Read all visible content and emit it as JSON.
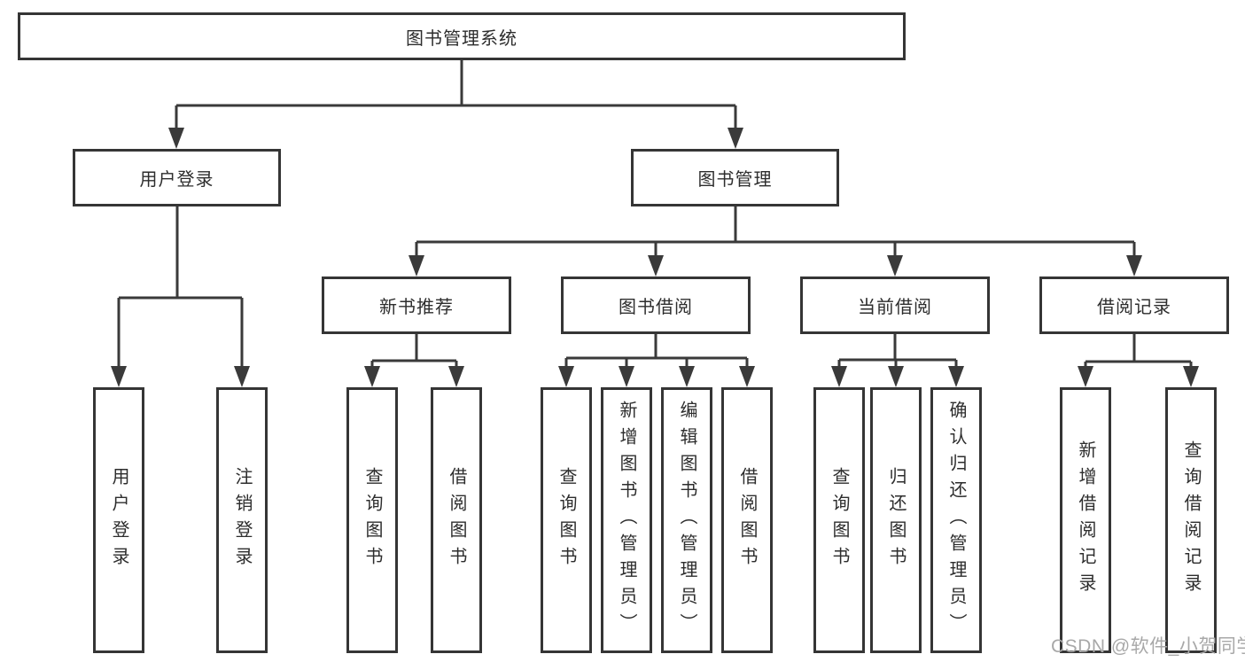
{
  "colors": {
    "line": "#3a3a3a",
    "box_border": "#353535",
    "text": "#2d2d2d",
    "watermark": "#a8a8a8",
    "background": "#ffffff"
  },
  "watermark": "CSDN @软件_小贺同学",
  "tree": {
    "label": "图书管理系统",
    "children": [
      {
        "label": "用户登录",
        "children": [
          {
            "label": "用户登录"
          },
          {
            "label": "注销登录"
          }
        ]
      },
      {
        "label": "图书管理",
        "children": [
          {
            "label": "新书推荐",
            "children": [
              {
                "label": "查询图书"
              },
              {
                "label": "借阅图书"
              }
            ]
          },
          {
            "label": "图书借阅",
            "children": [
              {
                "label": "查询图书"
              },
              {
                "label": "新增图书（管理员）"
              },
              {
                "label": "编辑图书（管理员）"
              },
              {
                "label": "借阅图书"
              }
            ]
          },
          {
            "label": "当前借阅",
            "children": [
              {
                "label": "查询图书"
              },
              {
                "label": "归还图书"
              },
              {
                "label": "确认归还（管理员）"
              }
            ]
          },
          {
            "label": "借阅记录",
            "children": [
              {
                "label": "新增借阅记录"
              },
              {
                "label": "查询借阅记录"
              }
            ]
          }
        ]
      }
    ]
  }
}
